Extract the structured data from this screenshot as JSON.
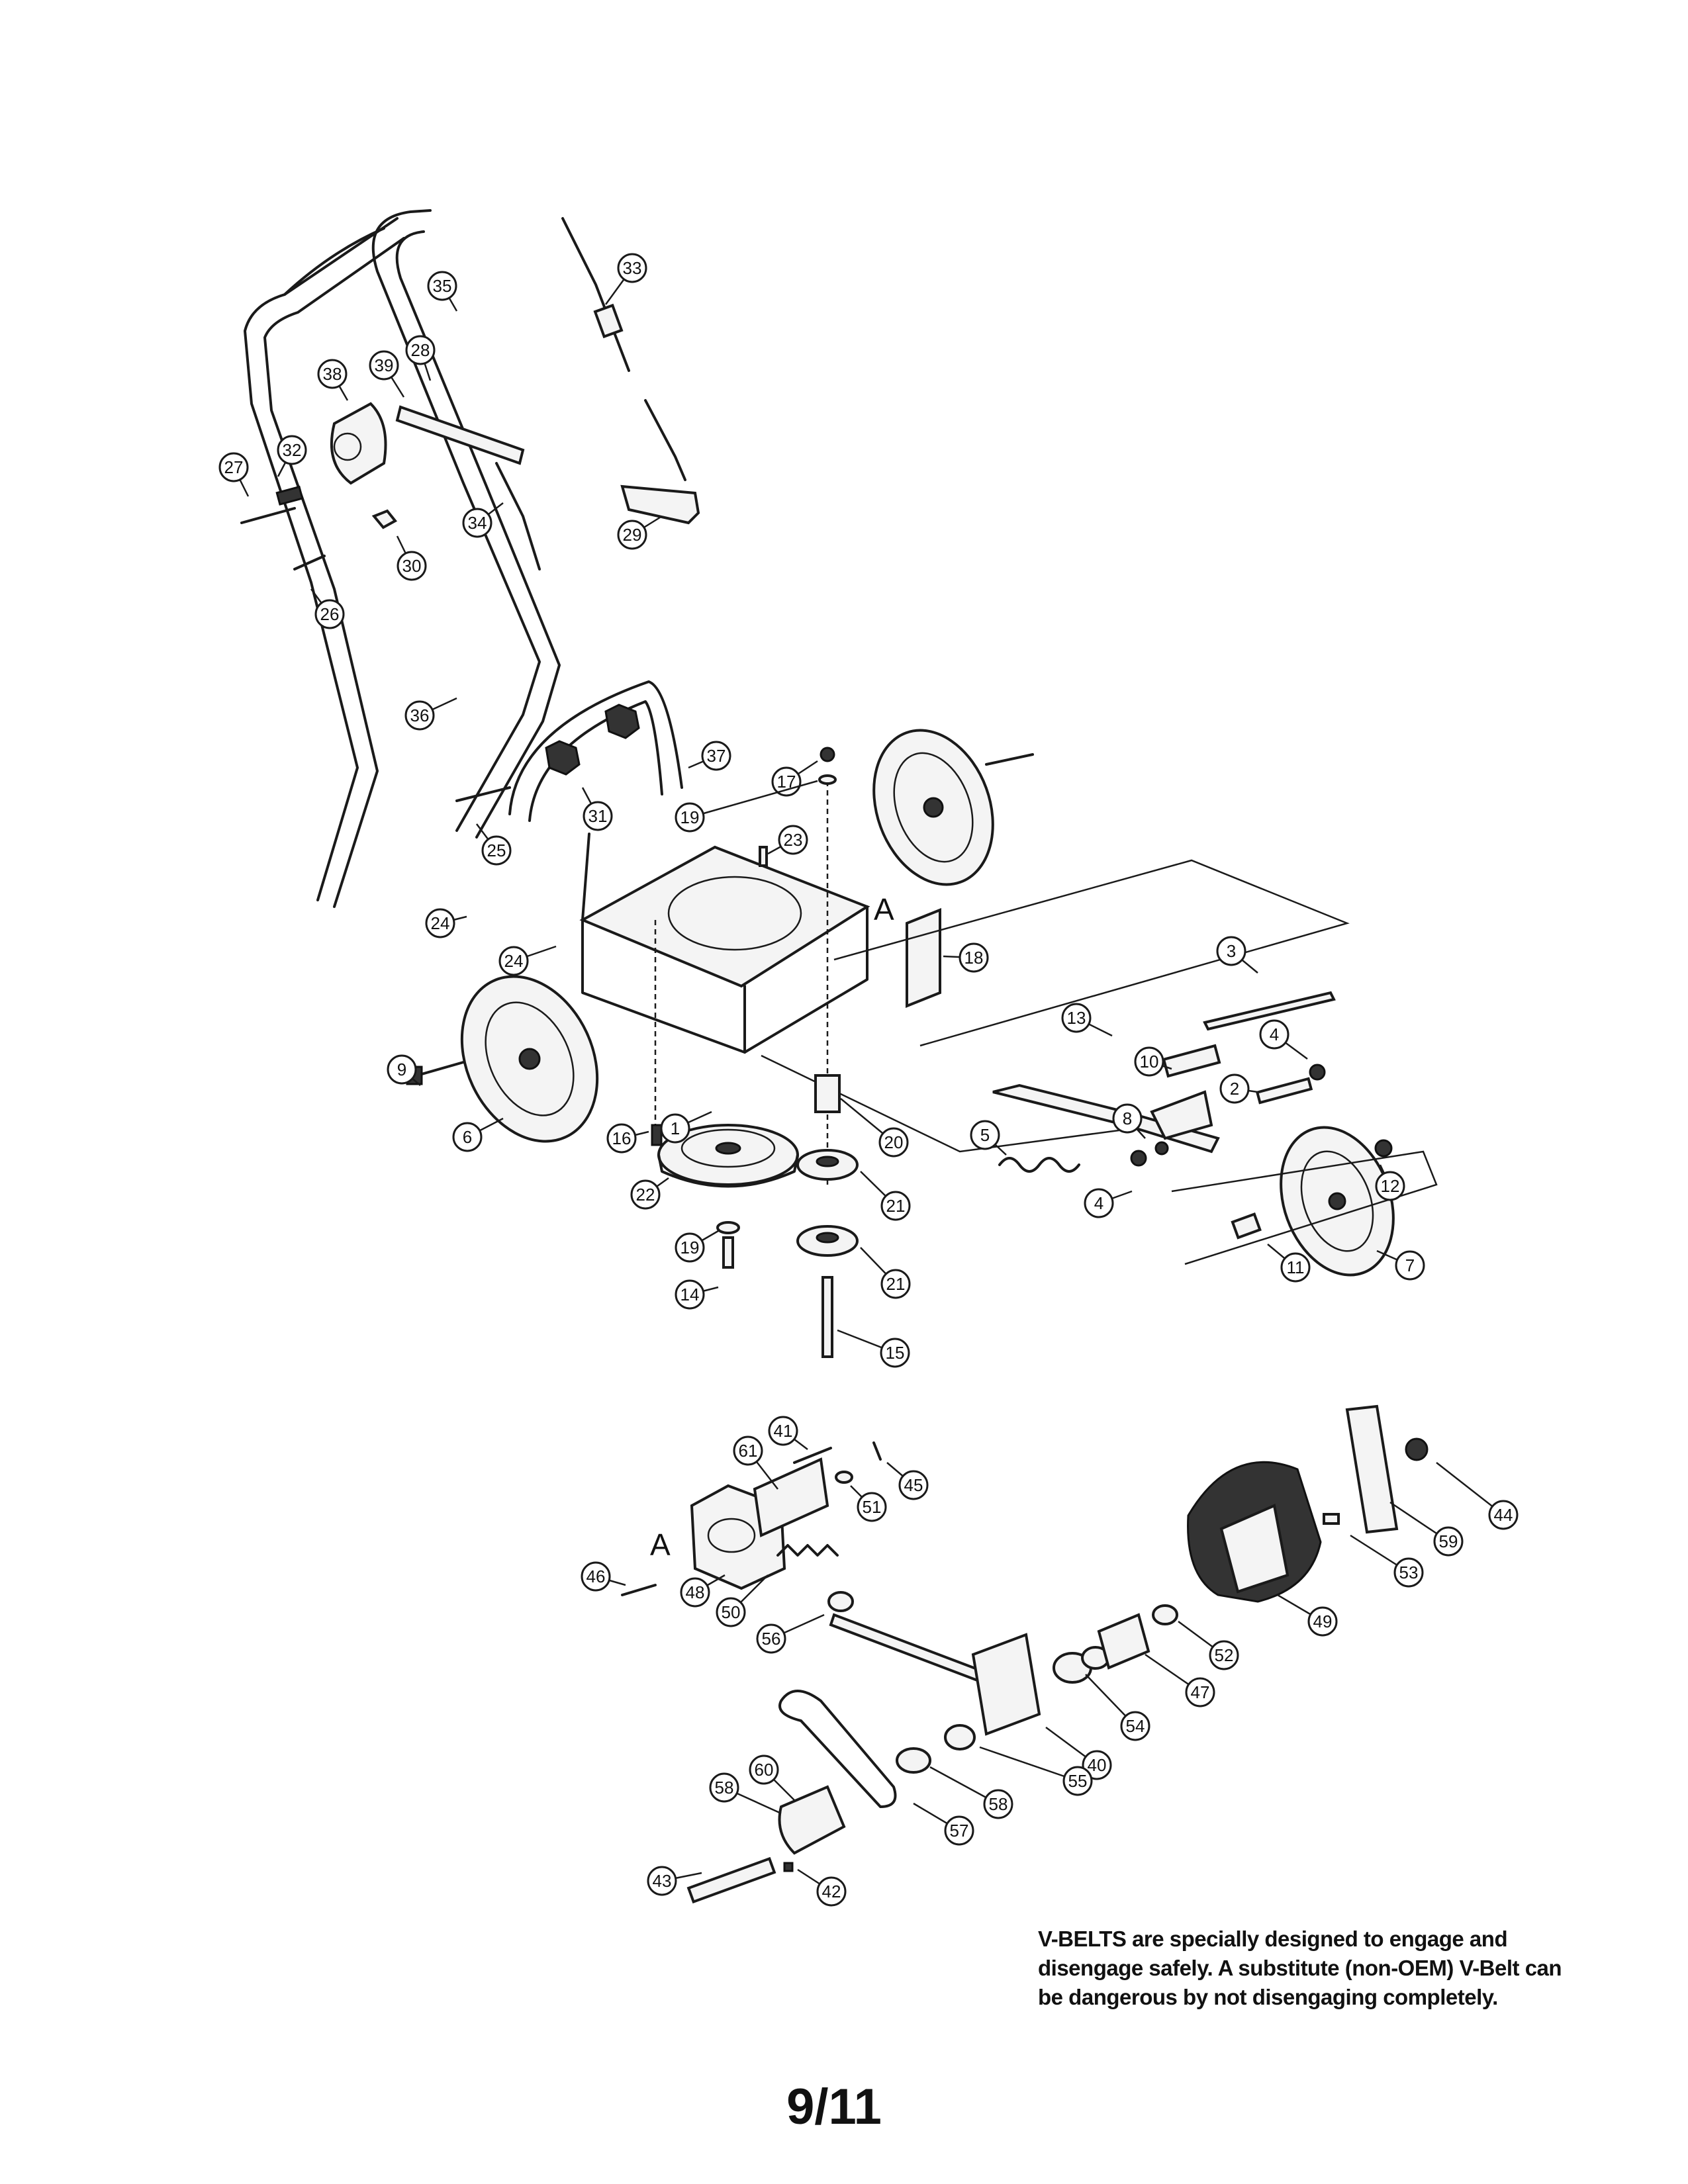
{
  "diagram": {
    "reference_letter_upper": "A",
    "reference_letter_lower": "A",
    "callouts": [
      "1",
      "2",
      "3",
      "4",
      "4",
      "5",
      "6",
      "7",
      "8",
      "9",
      "10",
      "11",
      "12",
      "13",
      "14",
      "15",
      "16",
      "17",
      "18",
      "19",
      "19",
      "20",
      "21",
      "21",
      "22",
      "23",
      "24",
      "24",
      "25",
      "26",
      "27",
      "28",
      "29",
      "30",
      "31",
      "32",
      "33",
      "34",
      "35",
      "36",
      "37",
      "38",
      "39",
      "40",
      "41",
      "42",
      "43",
      "44",
      "45",
      "46",
      "47",
      "48",
      "49",
      "50",
      "51",
      "52",
      "53",
      "54",
      "55",
      "56",
      "57",
      "58",
      "58",
      "59",
      "60",
      "61"
    ]
  },
  "note": {
    "lead": "V-BELTS",
    "body": " are specially designed to engage and disengage safely. A substitute (non-OEM) V-Belt can be dangerous by not disengaging completely."
  },
  "page_number": "9/11"
}
